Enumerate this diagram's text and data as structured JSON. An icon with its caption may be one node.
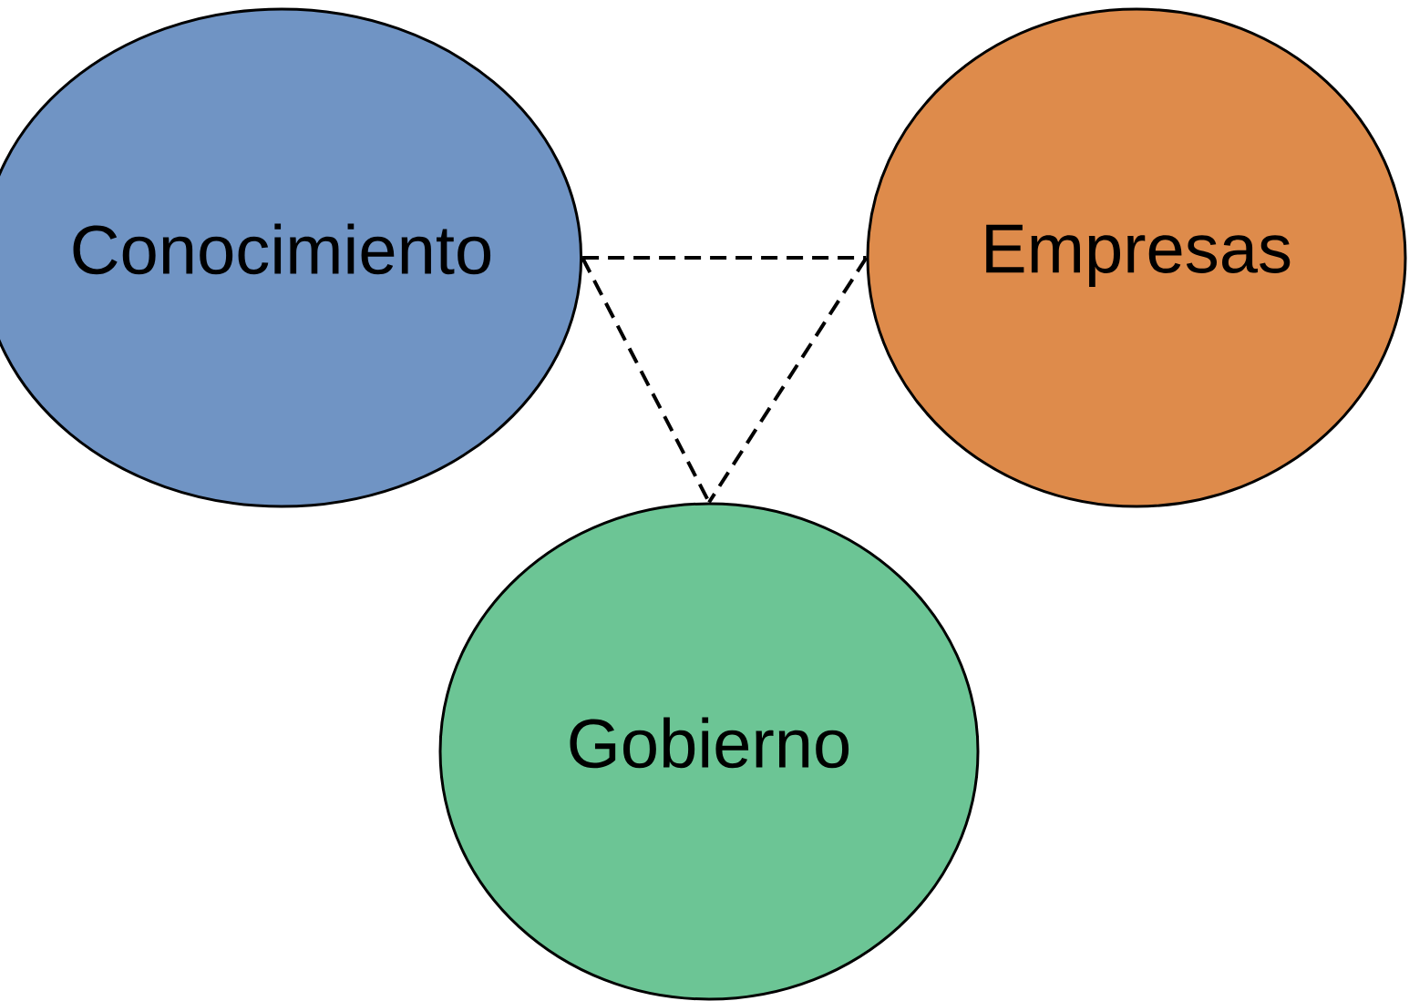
{
  "diagram": {
    "nodes": [
      {
        "text": [
          "Conocimiento"
        ]
      },
      {
        "text": [
          "Empresas"
        ]
      },
      {
        "text": [
          "Gobierno"
        ]
      }
    ],
    "edges": [
      {
        "from": 0,
        "to": 1,
        "arrow": "none",
        "style": "dashed"
      },
      {
        "from": 0,
        "to": 2,
        "arrow": "none",
        "style": "dashed"
      },
      {
        "from": 1,
        "to": 2,
        "arrow": "none",
        "style": "dashed"
      }
    ]
  }
}
